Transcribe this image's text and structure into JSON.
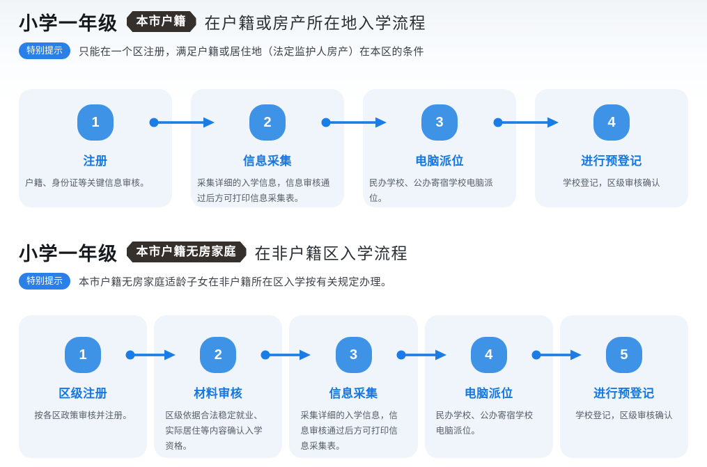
{
  "colors": {
    "accent_blue": "#1a7ce4",
    "step_badge_blue": "#3e93e7",
    "step_title_blue": "#1677e0",
    "tip_pill_blue": "#2a80e8",
    "header_badge_dark": "#35302c",
    "card_bg": "#eff5fa",
    "heading_text": "#15191e",
    "body_text": "#555d66"
  },
  "sections": [
    {
      "title_bold": "小学一年级",
      "badge": "本市户籍",
      "title_rest": "在户籍或房产所在地入学流程",
      "tip_label": "特别提示",
      "tip_text": "只能在一个区注册，满足户籍或居住地（法定监护人房产）在本区的条件",
      "steps": [
        {
          "num": "1",
          "title": "注册",
          "desc": "户籍、身份证等关键信息审核。"
        },
        {
          "num": "2",
          "title": "信息采集",
          "desc": "采集详细的入学信息，信息审核通过后方可打印信息采集表。"
        },
        {
          "num": "3",
          "title": "电脑派位",
          "desc": "民办学校、公办寄宿学校电脑派位。"
        },
        {
          "num": "4",
          "title": "进行预登记",
          "desc": "学校登记，区级审核确认"
        }
      ]
    },
    {
      "title_bold": "小学一年级",
      "badge": "本市户籍无房家庭",
      "title_rest": "在非户籍区入学流程",
      "tip_label": "特别提示",
      "tip_text": "本市户籍无房家庭适龄子女在非户籍所在区入学按有关规定办理。",
      "steps": [
        {
          "num": "1",
          "title": "区级注册",
          "desc": "按各区政策审核并注册。"
        },
        {
          "num": "2",
          "title": "材料审核",
          "desc": "区级依据合法稳定就业、实际居住等内容确认入学资格。"
        },
        {
          "num": "3",
          "title": "信息采集",
          "desc": "采集详细的入学信息，信息审核通过后方可打印信息采集表。"
        },
        {
          "num": "4",
          "title": "电脑派位",
          "desc": "民办学校、公办寄宿学校电脑派位。"
        },
        {
          "num": "5",
          "title": "进行预登记",
          "desc": "学校登记，区级审核确认"
        }
      ]
    }
  ]
}
